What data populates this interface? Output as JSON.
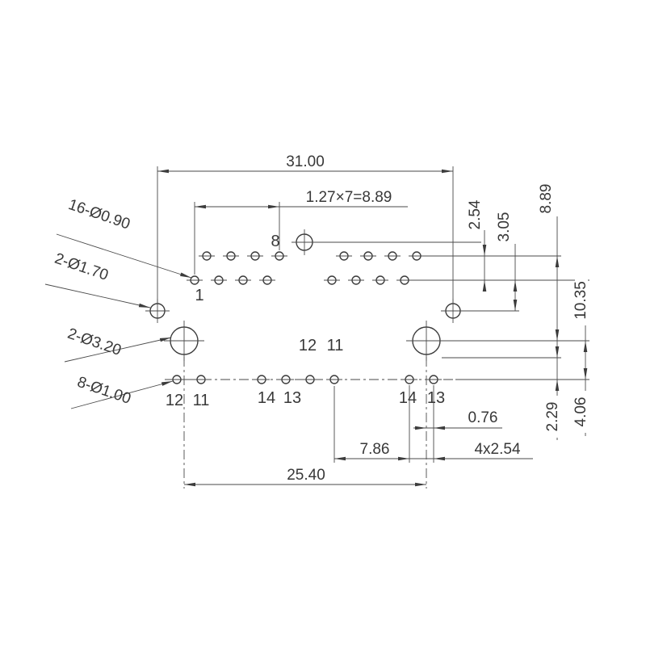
{
  "drawing": {
    "units": "mm",
    "background": "#ffffff",
    "line_color": "#3c3c3c"
  },
  "callouts": {
    "pin_holes": "16-Ø0.90",
    "locating_holes": "2-Ø1.70",
    "mounting_holes": "2-Ø3.20",
    "tail_holes": "8-Ø1.00"
  },
  "dims": {
    "overall": "31.00",
    "pitch": "1.27×7=8.89",
    "d2_54": "2.54",
    "d3_05": "3.05",
    "d8_89": "8.89",
    "d10_35": "10.35",
    "d2_29": "2.29",
    "d4_06": "4.06",
    "d0_76": "0.76",
    "d7_86": "7.86",
    "d4x2_54": "4x2.54",
    "d25_40": "25.40"
  },
  "pins": {
    "p8": "8",
    "p1": "1",
    "mid_12": "12",
    "mid_11": "11",
    "mid_14": "14",
    "mid_13": "13",
    "left_12": "12",
    "left_11": "11",
    "right_14": "14",
    "right_13": "13"
  }
}
